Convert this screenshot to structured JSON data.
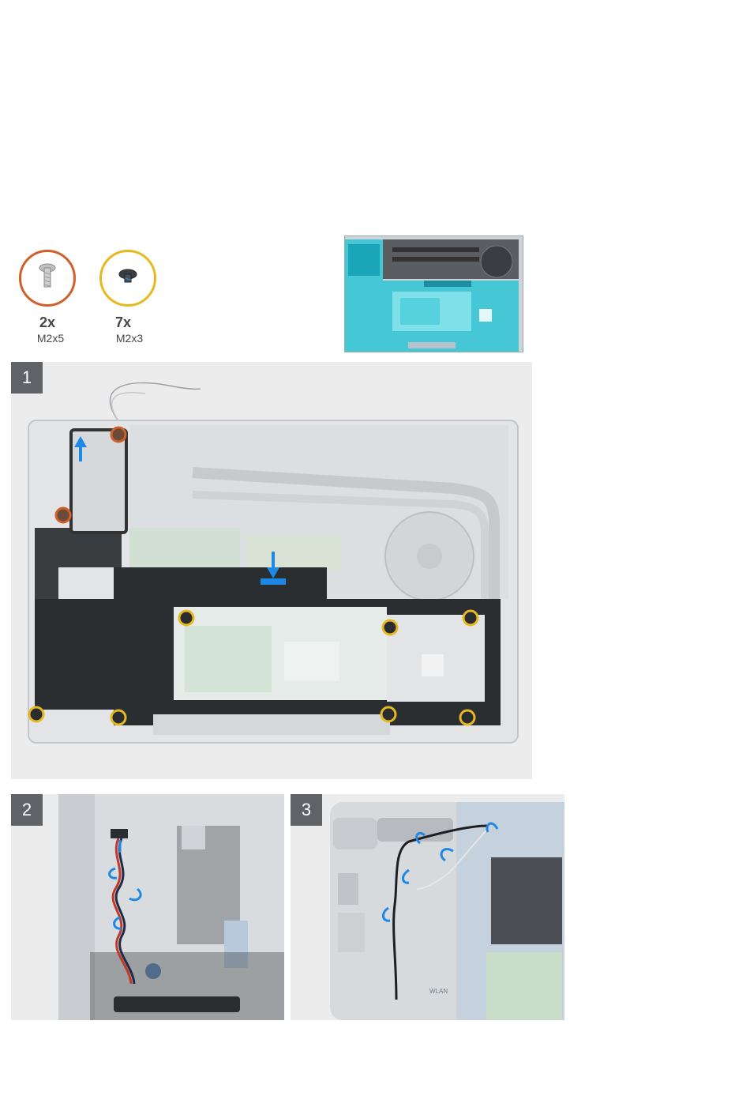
{
  "screws": [
    {
      "count": "2x",
      "type": "M2x5",
      "color": "#d0602a"
    },
    {
      "count": "7x",
      "type": "M2x3",
      "color": "#e8b820"
    }
  ],
  "steps": [
    {
      "number": "1"
    },
    {
      "number": "2"
    },
    {
      "number": "3"
    }
  ],
  "step3": {
    "wlan_label": "WLAN"
  },
  "colors": {
    "arrow": "#1e88e5",
    "highlight": "#2ec4d6",
    "badge": "#5f6266",
    "panel_bg": "#ececec"
  },
  "icons": [
    "screw-m2x5-icon",
    "screw-m2x3-icon",
    "arrow-up-icon",
    "arrow-down-icon",
    "routing-arrow-icon"
  ]
}
